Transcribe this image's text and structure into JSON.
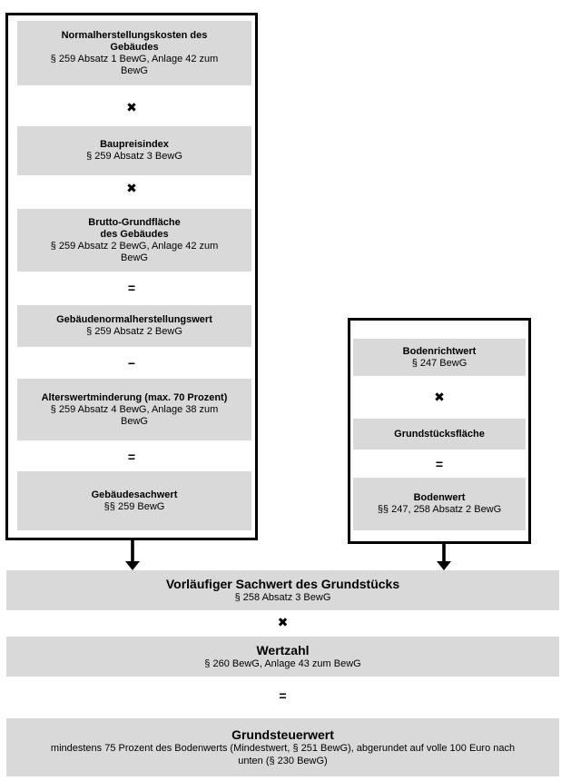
{
  "colors": {
    "box_fill": "#d9d9d9",
    "border": "#000000",
    "text": "#000000",
    "background": "#ffffff"
  },
  "building": {
    "boxes": [
      {
        "title": "Normalherstellungskosten des\nGebäudes",
        "law": "§ 259 Absatz 1 BewG, Anlage 42 zum\nBewG"
      },
      {
        "title": "Baupreisindex",
        "law": "§ 259 Absatz 3 BewG"
      },
      {
        "title": "Brutto-Grundfläche\ndes Gebäudes",
        "law": "§ 259 Absatz 2 BewG, Anlage 42 zum\nBewG"
      },
      {
        "title": "Gebäudenormalherstellungswert",
        "law": "§ 259 Absatz 2 BewG"
      },
      {
        "title": "Alterswertminderung (max. 70 Prozent)",
        "law": "§ 259 Absatz 4 BewG, Anlage 38 zum\nBewG"
      },
      {
        "title": "Gebäudesachwert",
        "law": "§§ 259 BewG"
      }
    ],
    "ops": [
      "✖",
      "✖",
      "=",
      "−",
      "="
    ]
  },
  "land": {
    "boxes": [
      {
        "title": "Bodenrichtwert",
        "law": "§ 247 BewG"
      },
      {
        "title": "Grundstücksfläche",
        "law": ""
      },
      {
        "title": "Bodenwert",
        "law": "§§ 247, 258 Absatz 2 BewG"
      }
    ],
    "ops": [
      "✖",
      "="
    ]
  },
  "result": {
    "boxes": [
      {
        "title": "Vorläufiger Sachwert des Grundstücks",
        "law": "§ 258 Absatz 3 BewG"
      },
      {
        "title": "Wertzahl",
        "law": "§ 260 BewG, Anlage 43 zum BewG"
      },
      {
        "title": "Grundsteuerwert",
        "law": "mindestens 75 Prozent des Bodenwerts (Mindestwert, § 251 BewG), abgerundet auf volle 100 Euro nach\nunten (§ 230 BewG)"
      }
    ],
    "ops": [
      "✖",
      "="
    ]
  }
}
